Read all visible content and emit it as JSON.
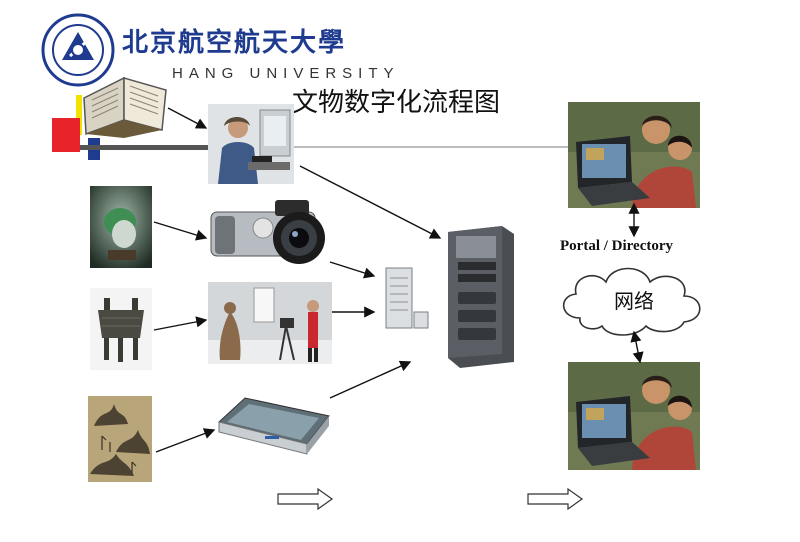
{
  "header": {
    "university_name": "北京航空航天大學",
    "university_sub": "HANG  UNIVERSITY"
  },
  "title": "文物数字化流程图",
  "portal_label": "Portal   / Directory",
  "network_label": "网络",
  "icons": {
    "logo": "university-seal-icon",
    "book": "open-book-icon",
    "camera": "digital-camera-icon",
    "scanner": "flatbed-scanner-icon",
    "server": "server-tower-icon",
    "storage": "storage-array-icon"
  },
  "colors": {
    "brand_blue": "#1f3b8f",
    "accent_red": "#e8232a",
    "accent_yellow": "#f2e200",
    "line_gray": "#9a9a9a"
  }
}
